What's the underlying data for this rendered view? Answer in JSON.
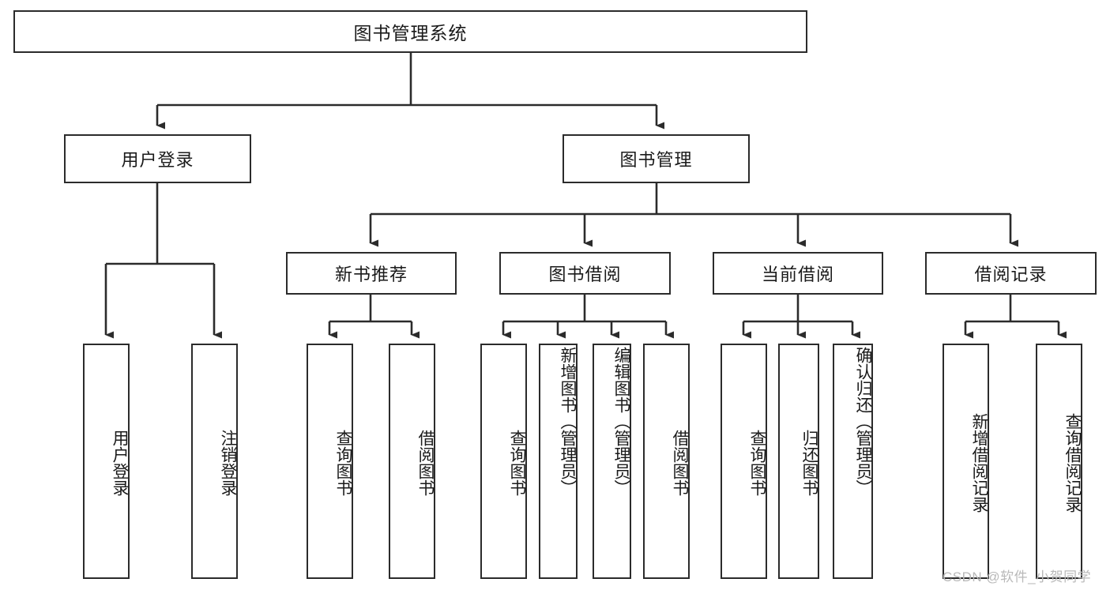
{
  "diagram": {
    "title": "图书管理系统",
    "type": "tree-hierarchy-chart",
    "background_color": "#ffffff",
    "node_border_color": "#2b2b2b",
    "node_fill_color": "#ffffff",
    "text_color": "#1a1a1a",
    "edge_color": "#2b2b2b"
  },
  "nodes": {
    "root": {
      "label": "图书管理系统",
      "level": 1
    },
    "l2": [
      {
        "id": "user-login",
        "label": "用户登录",
        "level": 2
      },
      {
        "id": "book-manage",
        "label": "图书管理",
        "level": 2
      }
    ],
    "l3": [
      {
        "id": "new-book-recommend",
        "label": "新书推荐",
        "level": 3,
        "parent": "book-manage"
      },
      {
        "id": "book-borrow",
        "label": "图书借阅",
        "level": 3,
        "parent": "book-manage"
      },
      {
        "id": "current-borrow",
        "label": "当前借阅",
        "level": 3,
        "parent": "book-manage"
      },
      {
        "id": "borrow-record",
        "label": "借阅记录",
        "level": 3,
        "parent": "book-manage"
      }
    ],
    "leaves": [
      {
        "id": "leaf-user-login",
        "label": "用户登录",
        "parent": "user-login"
      },
      {
        "id": "leaf-logout-login",
        "label": "注销登录",
        "parent": "user-login"
      },
      {
        "id": "leaf-query-book-1",
        "label": "查询图书",
        "parent": "new-book-recommend"
      },
      {
        "id": "leaf-borrow-book-1",
        "label": "借阅图书",
        "parent": "new-book-recommend"
      },
      {
        "id": "leaf-query-book-2",
        "label": "查询图书",
        "parent": "book-borrow"
      },
      {
        "id": "leaf-add-book",
        "label": "新增图书（管理员）",
        "parent": "book-borrow"
      },
      {
        "id": "leaf-edit-book",
        "label": "编辑图书（管理员）",
        "parent": "book-borrow"
      },
      {
        "id": "leaf-borrow-book-2",
        "label": "借阅图书",
        "parent": "book-borrow"
      },
      {
        "id": "leaf-query-book-3",
        "label": "查询图书",
        "parent": "current-borrow"
      },
      {
        "id": "leaf-return-book",
        "label": "归还图书",
        "parent": "current-borrow"
      },
      {
        "id": "leaf-confirm-return",
        "label": "确认归还（管理员）",
        "parent": "current-borrow"
      },
      {
        "id": "leaf-add-record",
        "label": "新增借阅记录",
        "parent": "borrow-record"
      },
      {
        "id": "leaf-query-record",
        "label": "查询借阅记录",
        "parent": "borrow-record"
      }
    ]
  },
  "watermark": {
    "text": "CSDN @软件_小贺同学",
    "color": "#b9b9b9"
  }
}
